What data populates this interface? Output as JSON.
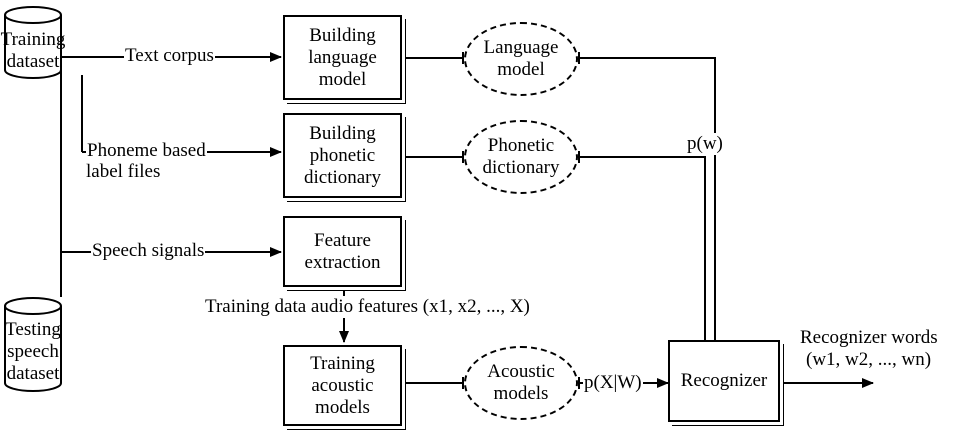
{
  "nodes": {
    "training_dataset": [
      "Training",
      "dataset"
    ],
    "testing_dataset": [
      "Testing",
      "speech",
      "dataset"
    ],
    "building_lm": [
      "Building",
      "language",
      "model"
    ],
    "building_pd": [
      "Building",
      "phonetic",
      "dictionary"
    ],
    "feature_extraction": [
      "Feature",
      "extraction"
    ],
    "training_am": [
      "Training",
      "acoustic",
      "models"
    ],
    "language_model": [
      "Language",
      "model"
    ],
    "phonetic_dictionary": [
      "Phonetic",
      "dictionary"
    ],
    "acoustic_models": [
      "Acoustic",
      "models"
    ],
    "recognizer": [
      "Recognizer"
    ]
  },
  "labels": {
    "text_corpus": "Text corpus",
    "phoneme_label_1": "Phoneme based",
    "phoneme_label_2": "label files",
    "speech_signals": "Speech signals",
    "training_features": "Training data audio features (x1, x2, ..., X)",
    "pw": "p(w)",
    "pxw": "p(X|W)",
    "recognizer_words": "Recognizer words",
    "recognizer_words_seq": "(w1, w2, ..., wn)"
  }
}
